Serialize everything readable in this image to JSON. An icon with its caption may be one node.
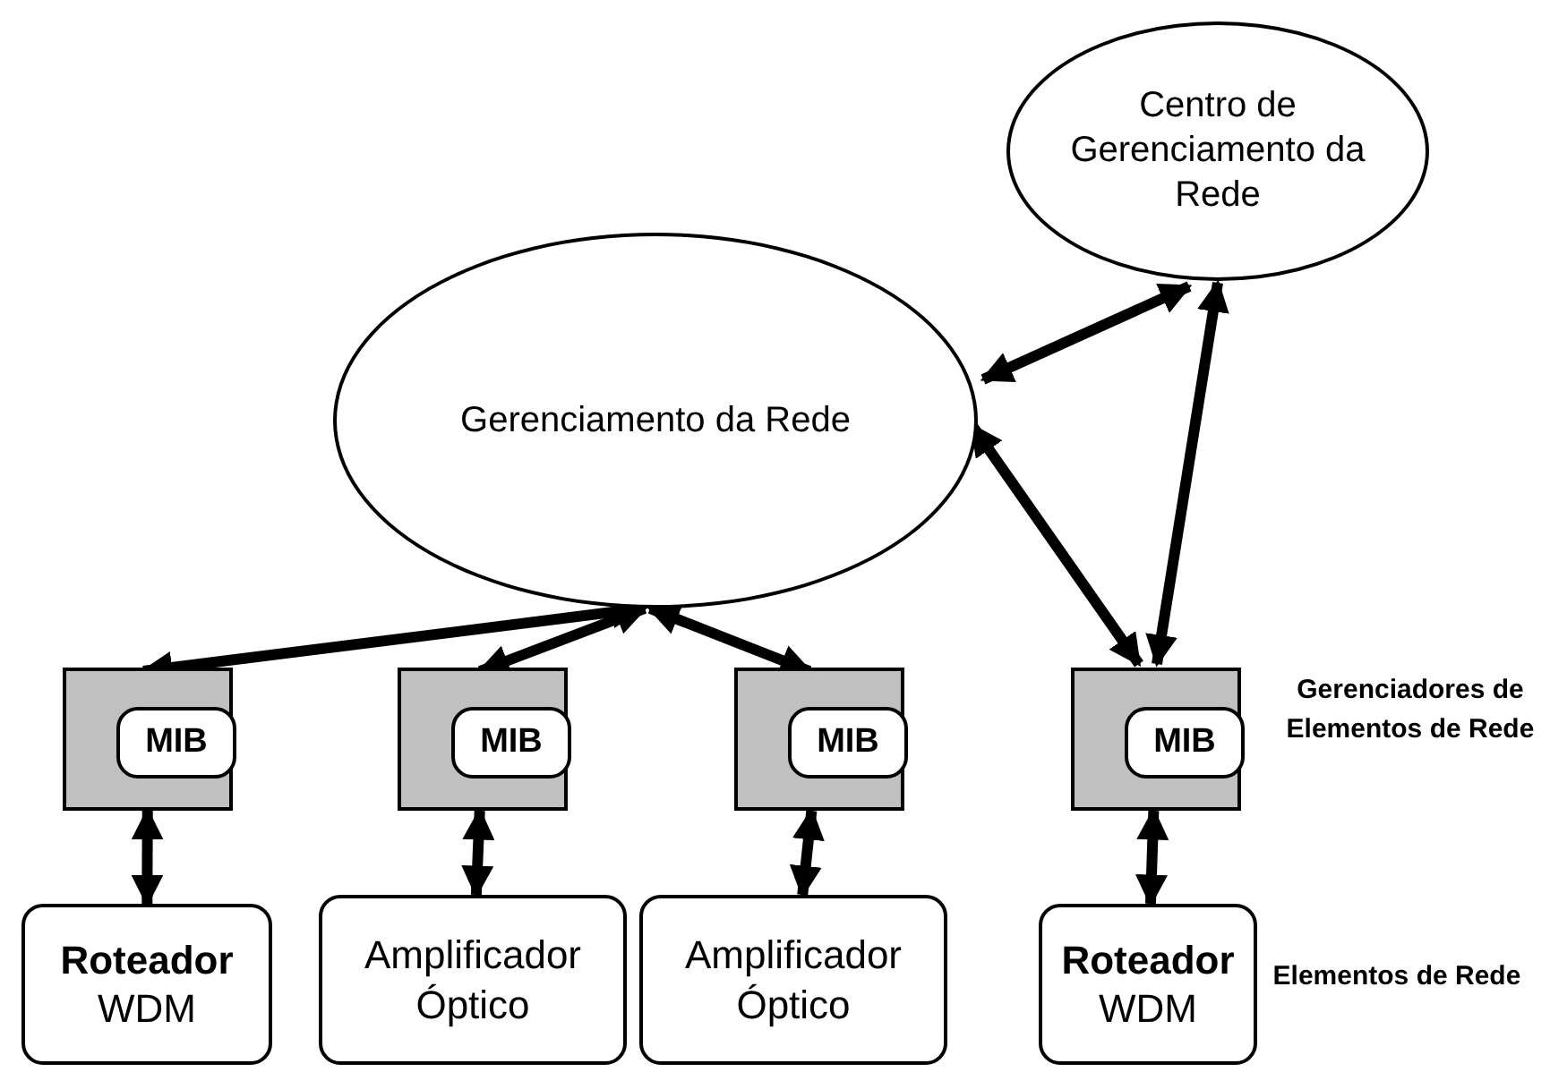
{
  "diagram": {
    "nodes": [
      {
        "text": [
          "Centro de Gerenciamento da Rede"
        ]
      },
      {
        "text": [
          "Gerenciamento da Rede"
        ]
      },
      {
        "text": [],
        "shape": "box"
      },
      {
        "text": [
          "MIB"
        ],
        "in": 2
      },
      {
        "text": [],
        "shape": "box"
      },
      {
        "text": [
          "MIB"
        ],
        "in": 4
      },
      {
        "text": [],
        "shape": "box"
      },
      {
        "text": [
          "MIB"
        ],
        "in": 6
      },
      {
        "text": [],
        "shape": "box"
      },
      {
        "text": [
          "MIB"
        ],
        "in": 8
      },
      {
        "text": [
          "**Roteador** WDM"
        ]
      },
      {
        "text": [
          "Amplificador Óptico"
        ]
      },
      {
        "text": [
          "Amplificador Óptico"
        ]
      },
      {
        "text": [
          "**Roteador** WDM"
        ]
      }
    ],
    "edges": [
      {
        "from": 1,
        "to": 0,
        "arrow": "both"
      },
      {
        "from": 8,
        "to": 1,
        "arrow": "both"
      },
      {
        "from": 8,
        "to": 0,
        "arrow": "both"
      },
      {
        "from": 1,
        "to": 2,
        "arrow": "both"
      },
      {
        "from": 1,
        "to": 4,
        "arrow": "both"
      },
      {
        "from": 1,
        "to": 6,
        "arrow": "both"
      },
      {
        "from": 2,
        "to": 10,
        "arrow": "both"
      },
      {
        "from": 4,
        "to": 11,
        "arrow": "both"
      },
      {
        "from": 6,
        "to": 12,
        "arrow": "both"
      },
      {
        "from": 8,
        "to": 13,
        "arrow": "both"
      }
    ],
    "labels": [
      "Gerenciadores de Elementos de Rede",
      "Elementos de Rede"
    ]
  }
}
